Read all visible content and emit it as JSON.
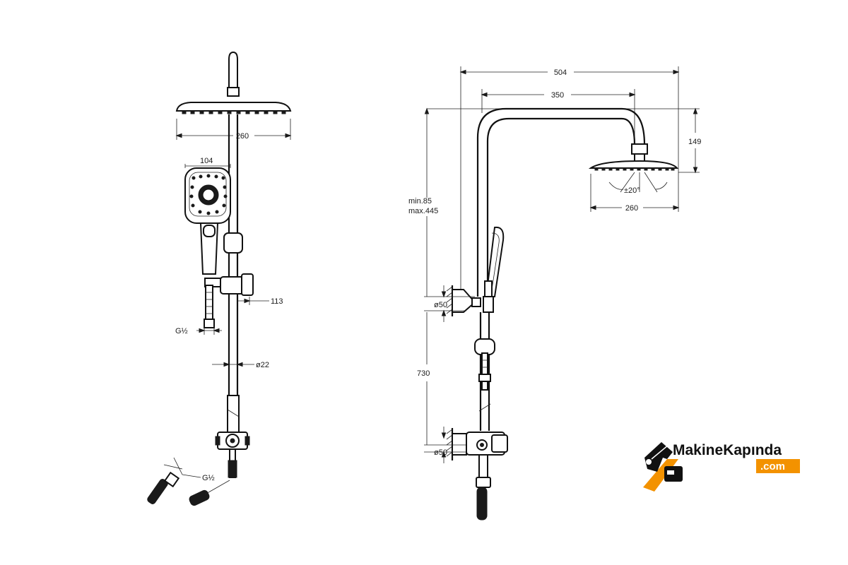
{
  "front_view": {
    "head_width": "260",
    "handshower_width": "104",
    "slider_offset": "113",
    "inlet_thread": "G½",
    "rail_diameter": "ø22",
    "hose_thread": "G½"
  },
  "side_view": {
    "total_width": "504",
    "arm_reach": "350",
    "head_drop": "149",
    "tilt_angle": "±20°",
    "head_width": "260",
    "height_min": "min.85",
    "height_max": "max.445",
    "wall_bracket_top": "ø50",
    "column_length": "730",
    "wall_bracket_bottom": "ø50"
  },
  "logo": {
    "name": "MakineKapında",
    "domain": ".com",
    "accent_color": "#f39200"
  }
}
